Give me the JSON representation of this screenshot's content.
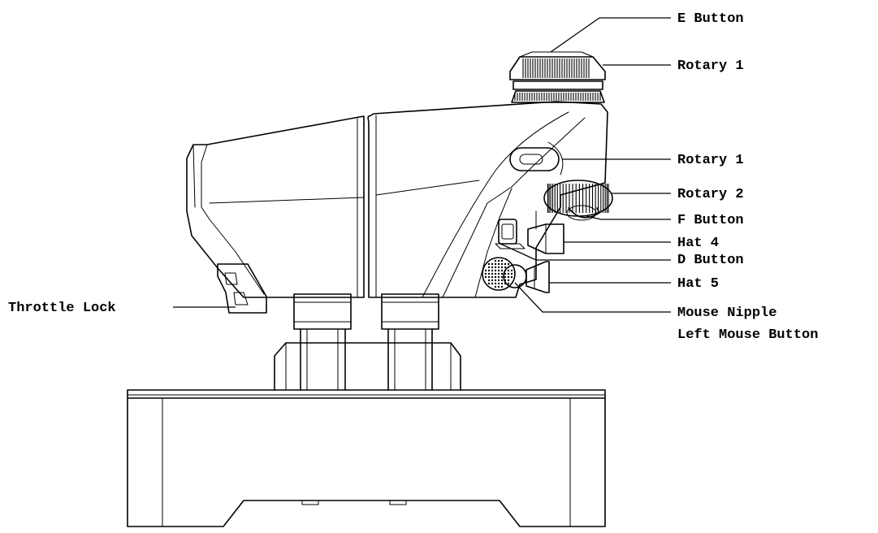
{
  "diagram": {
    "labels": {
      "e_button": "E Button",
      "rotary_1_top": "Rotary 1",
      "rotary_1_mid": "Rotary 1",
      "rotary_2": "Rotary 2",
      "f_button": "F Button",
      "hat_4": "Hat 4",
      "d_button": "D Button",
      "hat_5": "Hat 5",
      "mouse_nipple": "Mouse Nipple",
      "left_mouse_button": "Left Mouse Button",
      "throttle_lock": "Throttle Lock"
    },
    "colors": {
      "line": "#000000",
      "background": "#ffffff"
    }
  }
}
